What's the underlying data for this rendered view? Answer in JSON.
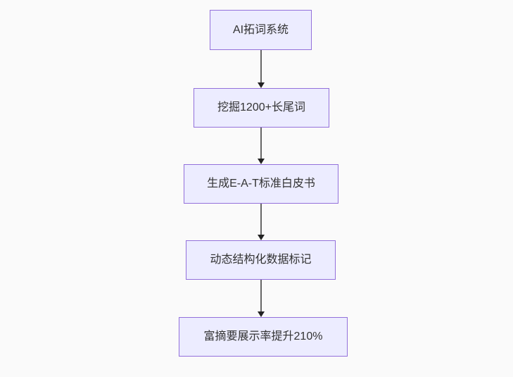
{
  "diagram": {
    "type": "flowchart",
    "direction": "top-down",
    "nodes": [
      {
        "id": "A",
        "label": "AI拓词系统"
      },
      {
        "id": "B",
        "label": "挖掘1200+长尾词"
      },
      {
        "id": "C",
        "label": "生成E-A-T标准白皮书"
      },
      {
        "id": "D",
        "label": "动态结构化数据标记"
      },
      {
        "id": "E",
        "label": "富摘要展示率提升210%"
      }
    ],
    "edges": [
      {
        "from": "A",
        "to": "B"
      },
      {
        "from": "B",
        "to": "C"
      },
      {
        "from": "C",
        "to": "D"
      },
      {
        "from": "D",
        "to": "E"
      }
    ],
    "colors": {
      "background": "#fafafa",
      "node_fill": "#ececff",
      "node_border": "#9370db",
      "node_text": "#333333",
      "edge_line": "#666666",
      "edge_arrow": "#222222"
    }
  }
}
